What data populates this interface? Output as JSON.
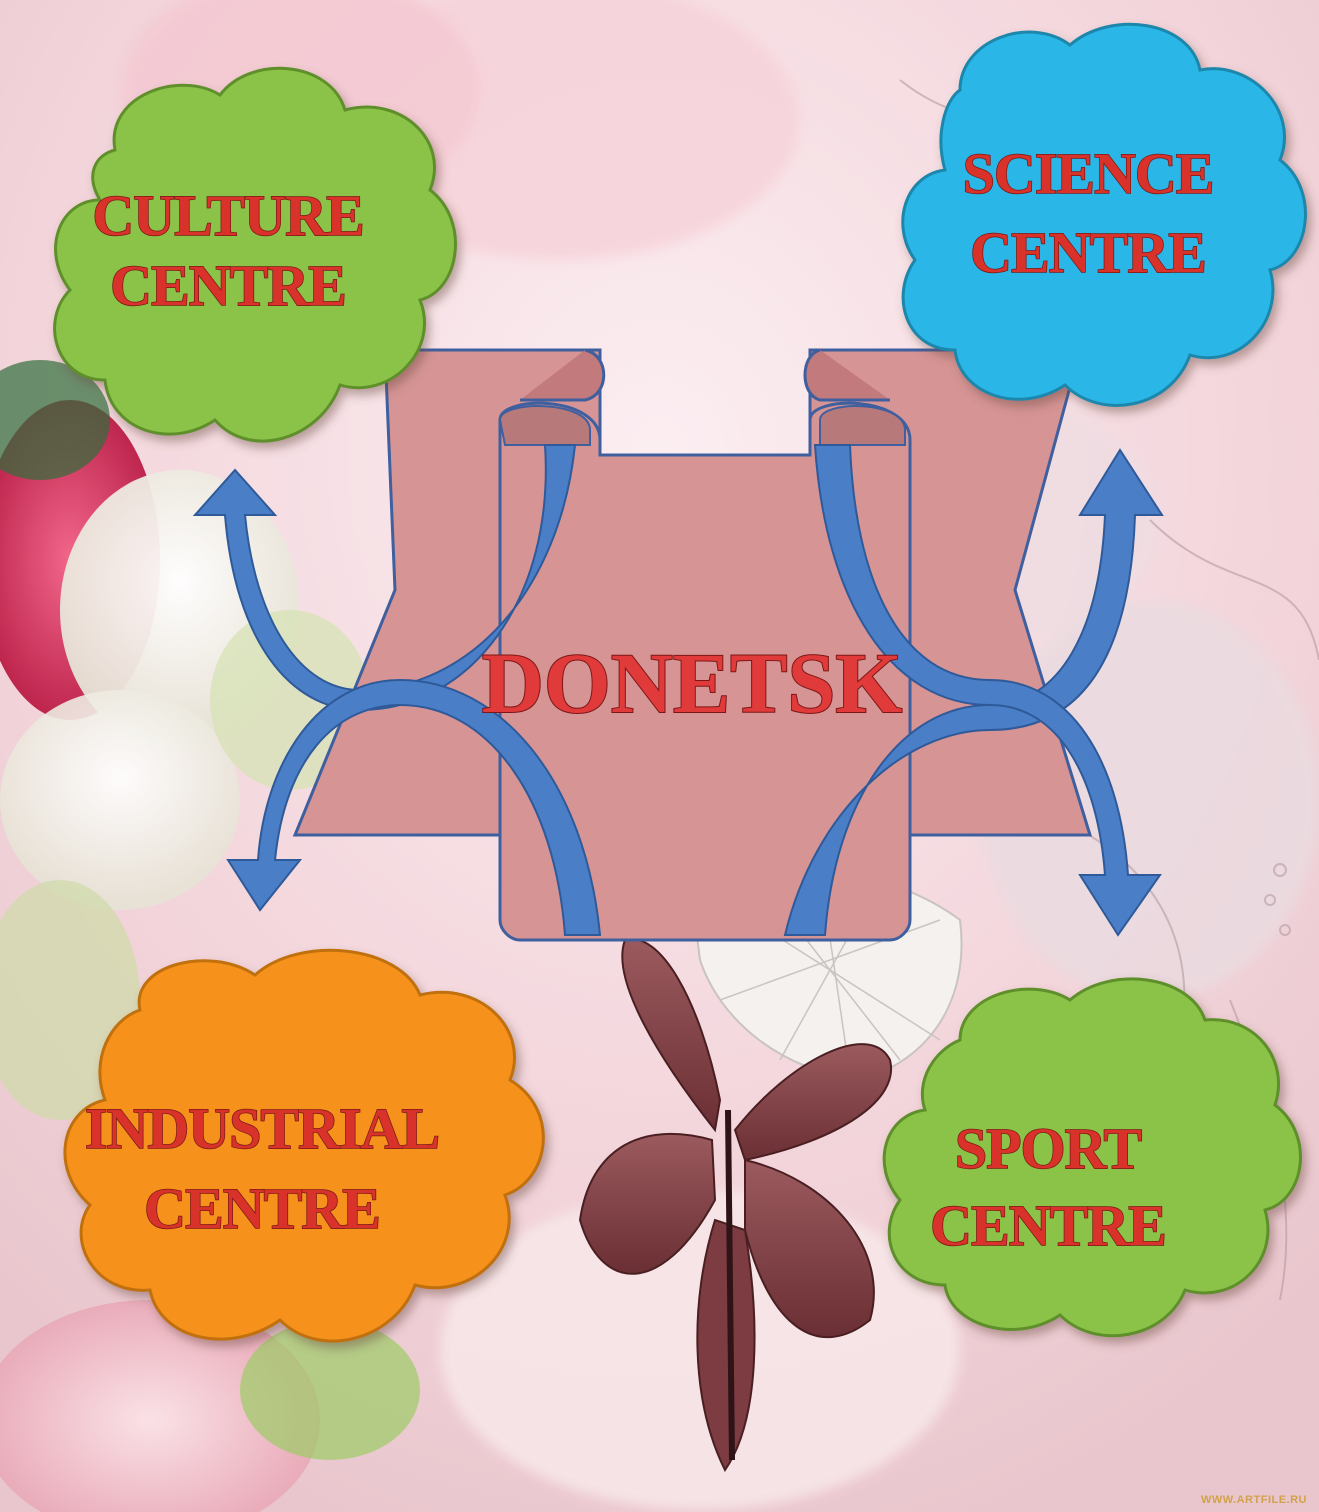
{
  "center": {
    "label": "DONETSK"
  },
  "nodes": [
    {
      "id": "culture",
      "line1": "CULTURE",
      "line2": "CENTRE",
      "color": "#8bc34a"
    },
    {
      "id": "science",
      "line1": "SCIENCE",
      "line2": "CENTRE",
      "color": "#29b6e6"
    },
    {
      "id": "industrial",
      "line1": "INDUSTRIAL",
      "line2": "CENTRE",
      "color": "#f6921e"
    },
    {
      "id": "sport",
      "line1": "SPORT",
      "line2": "CENTRE",
      "color": "#8bc34a"
    }
  ],
  "colors": {
    "scroll_fill": "#d69494",
    "scroll_stroke": "#3f5f9f",
    "arrow": "#4a7ec6",
    "label_red": "#d8322a"
  },
  "watermark": "WWW.ARTFILE.RU"
}
